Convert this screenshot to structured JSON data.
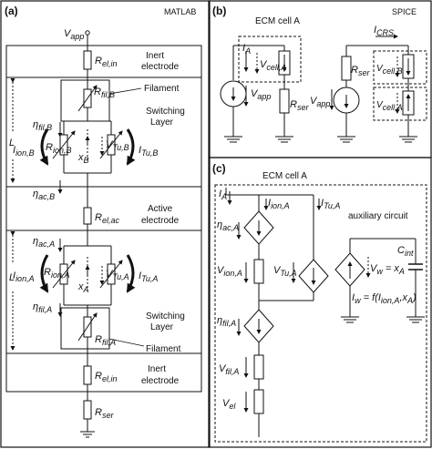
{
  "panel_a": {
    "label": "(a)",
    "tag": "MATLAB",
    "v_app": "V",
    "v_app_sub": "app",
    "r_el_in_top": "R",
    "r_el_in_top_sub": "el,in",
    "inert_electrode_top": [
      "Inert",
      "electrode"
    ],
    "filament_top": "Filament",
    "switching_layer_top": [
      "Switching",
      "Layer"
    ],
    "r_fil_b": "R",
    "r_fil_b_sub": "fil,B",
    "eta_fil_b": "η",
    "eta_fil_b_sub": "fil,B",
    "r_ion_b": "R",
    "r_ion_b_sub": "ion,B",
    "i_ion_b": "I",
    "i_ion_b_sub": "ion,B",
    "x_b": "x",
    "x_b_sub": "B",
    "v_tu_b": "V",
    "v_tu_b_sub": "Tu,B",
    "i_tu_b": "I",
    "i_tu_b_sub": "Tu,B",
    "eta_ac_b": "η",
    "eta_ac_b_sub": "ac,B",
    "L_top": "L",
    "r_el_ac": "R",
    "r_el_ac_sub": "el,ac",
    "active_electrode": [
      "Active",
      "electrode"
    ],
    "eta_ac_a": "η",
    "eta_ac_a_sub": "ac,A",
    "i_ion_a": "I",
    "i_ion_a_sub": "ion,A",
    "r_ion_a": "R",
    "r_ion_a_sub": "ion,A",
    "x_a": "x",
    "x_a_sub": "A",
    "v_tu_a": "V",
    "v_tu_a_sub": "Tu,A",
    "i_tu_a": "I",
    "i_tu_a_sub": "Tu,A",
    "eta_fil_a": "η",
    "eta_fil_a_sub": "fil,A",
    "switching_layer_bottom": [
      "Switching",
      "Layer"
    ],
    "r_fil_a": "R",
    "r_fil_a_sub": "fil,A",
    "filament_bottom": "Filament",
    "L_bottom": "L",
    "r_el_in_bottom": "R",
    "r_el_in_bottom_sub": "el,in",
    "inert_electrode_bottom": [
      "Inert",
      "electrode"
    ],
    "r_ser": "R",
    "r_ser_sub": "ser"
  },
  "panel_b": {
    "label": "(b)",
    "tag": "SPICE",
    "ecm_cell_a": "ECM cell A",
    "i_a": "I",
    "i_a_sub": "A",
    "v_cell_a": "V",
    "v_cell_a_sub": "cell,A",
    "v_app": "V",
    "v_app_sub": "app",
    "r_ser": "R",
    "r_ser_sub": "ser",
    "i_crs": "I",
    "i_crs_sub": "CRS",
    "r_ser2": "R",
    "r_ser2_sub": "ser",
    "v_app2": "V",
    "v_app2_sub": "app",
    "v_cell_b": "V",
    "v_cell_b_sub": "cell,B",
    "v_cell_a2": "V",
    "v_cell_a2_sub": "cell,A"
  },
  "panel_c": {
    "label": "(c)",
    "title": "ECM cell A",
    "i_a": "I",
    "i_a_sub": "A",
    "i_ion_a": "I",
    "i_ion_a_sub": "ion,A",
    "i_tu_a": "I",
    "i_tu_a_sub": "Tu,A",
    "eta_ac_a": "η",
    "eta_ac_a_sub": "ac,A",
    "v_ion_a": "V",
    "v_ion_a_sub": "ion,A",
    "v_tu_a": "V",
    "v_tu_a_sub": "Tu,A",
    "eta_fil_a": "η",
    "eta_fil_a_sub": "fil,A",
    "v_fil_a": "V",
    "v_fil_a_sub": "fil,A",
    "v_el": "V",
    "v_el_sub": "el",
    "aux": "auxiliary circuit",
    "c_int": "C",
    "c_int_sub": "int",
    "vw_eq": "V",
    "vw_eq_sub": "w",
    "vw_rhs": " = x",
    "vw_rhs_sub": "A",
    "iw_eq": "I",
    "iw_eq_sub": "w",
    "iw_rhs": " = f(I",
    "iw_rhs_sub1": "ion,A",
    "iw_rhs_mid": ",x",
    "iw_rhs_sub2": "A",
    "iw_rhs_end": ")"
  }
}
